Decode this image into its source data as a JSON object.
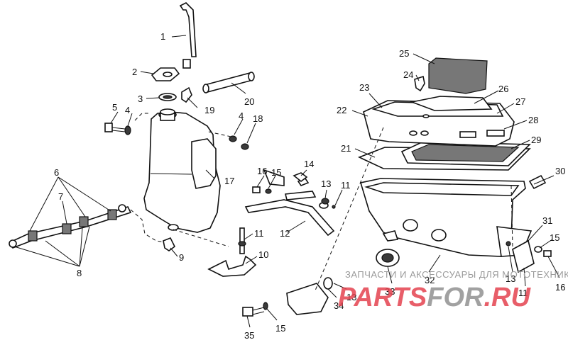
{
  "callouts": [
    {
      "id": "1",
      "label": "1"
    },
    {
      "id": "2",
      "label": "2"
    },
    {
      "id": "3",
      "label": "3"
    },
    {
      "id": "4a",
      "label": "4"
    },
    {
      "id": "4b",
      "label": "4"
    },
    {
      "id": "5",
      "label": "5"
    },
    {
      "id": "6",
      "label": "6"
    },
    {
      "id": "7",
      "label": "7"
    },
    {
      "id": "8",
      "label": "8"
    },
    {
      "id": "9",
      "label": "9"
    },
    {
      "id": "10",
      "label": "10"
    },
    {
      "id": "11a",
      "label": "11"
    },
    {
      "id": "11b",
      "label": "11"
    },
    {
      "id": "11c",
      "label": "11"
    },
    {
      "id": "12",
      "label": "12"
    },
    {
      "id": "13a",
      "label": "13"
    },
    {
      "id": "13b",
      "label": "13"
    },
    {
      "id": "13c",
      "label": "13"
    },
    {
      "id": "14",
      "label": "14"
    },
    {
      "id": "15a",
      "label": "15"
    },
    {
      "id": "15b",
      "label": "15"
    },
    {
      "id": "15c",
      "label": "15"
    },
    {
      "id": "16a",
      "label": "16"
    },
    {
      "id": "16b",
      "label": "16"
    },
    {
      "id": "17",
      "label": "17"
    },
    {
      "id": "18",
      "label": "18"
    },
    {
      "id": "19",
      "label": "19"
    },
    {
      "id": "20",
      "label": "20"
    },
    {
      "id": "21",
      "label": "21"
    },
    {
      "id": "22",
      "label": "22"
    },
    {
      "id": "23",
      "label": "23"
    },
    {
      "id": "24",
      "label": "24"
    },
    {
      "id": "25",
      "label": "25"
    },
    {
      "id": "26",
      "label": "26"
    },
    {
      "id": "27",
      "label": "27"
    },
    {
      "id": "28",
      "label": "28"
    },
    {
      "id": "29",
      "label": "29"
    },
    {
      "id": "30",
      "label": "30"
    },
    {
      "id": "31",
      "label": "31"
    },
    {
      "id": "32",
      "label": "32"
    },
    {
      "id": "33",
      "label": "33"
    },
    {
      "id": "34",
      "label": "34"
    },
    {
      "id": "35",
      "label": "35"
    }
  ],
  "watermark": {
    "caption": "ЗАПЧАСТИ И АКСЕССУАРЫ ДЛЯ МОТОТЕХНИКИ",
    "logo_main": "PARTS",
    "logo_mid": "FOR",
    "logo_tld": ".RU",
    "accent_color": "#e4434f"
  }
}
